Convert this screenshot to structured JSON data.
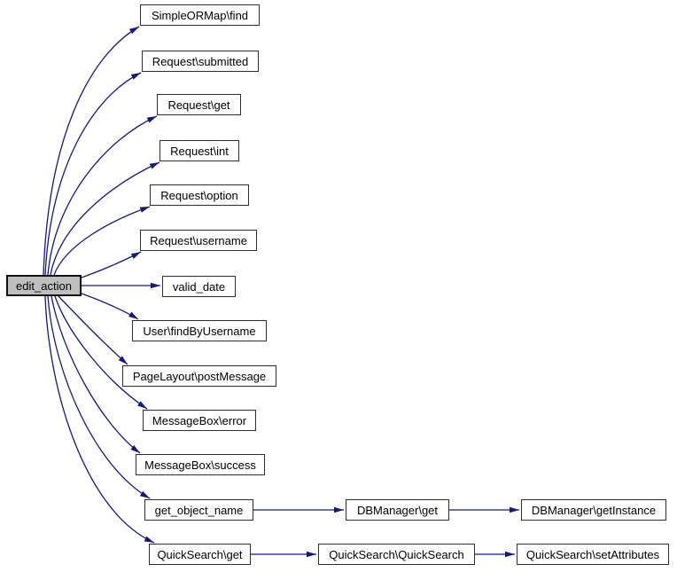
{
  "graph": {
    "type": "call-graph",
    "root": {
      "id": "edit_action",
      "label": "edit_action"
    },
    "nodes": [
      {
        "id": "simpleormap-find",
        "label": "SimpleORMap\\find"
      },
      {
        "id": "request-submitted",
        "label": "Request\\submitted"
      },
      {
        "id": "request-get",
        "label": "Request\\get"
      },
      {
        "id": "request-int",
        "label": "Request\\int"
      },
      {
        "id": "request-option",
        "label": "Request\\option"
      },
      {
        "id": "request-username",
        "label": "Request\\username"
      },
      {
        "id": "valid-date",
        "label": "valid_date"
      },
      {
        "id": "user-findbyusername",
        "label": "User\\findByUsername"
      },
      {
        "id": "pagelayout-postmessage",
        "label": "PageLayout\\postMessage"
      },
      {
        "id": "messagebox-error",
        "label": "MessageBox\\error"
      },
      {
        "id": "messagebox-success",
        "label": "MessageBox\\success"
      },
      {
        "id": "get-object-name",
        "label": "get_object_name"
      },
      {
        "id": "quicksearch-get",
        "label": "QuickSearch\\get"
      },
      {
        "id": "dbmanager-get",
        "label": "DBManager\\get"
      },
      {
        "id": "dbmanager-getinstance",
        "label": "DBManager\\getInstance"
      },
      {
        "id": "quicksearch-quicksearch",
        "label": "QuickSearch\\QuickSearch"
      },
      {
        "id": "quicksearch-setattributes",
        "label": "QuickSearch\\setAttributes"
      }
    ],
    "edges": [
      {
        "from": "edit_action",
        "to": "SimpleORMap\\find"
      },
      {
        "from": "edit_action",
        "to": "Request\\submitted"
      },
      {
        "from": "edit_action",
        "to": "Request\\get"
      },
      {
        "from": "edit_action",
        "to": "Request\\int"
      },
      {
        "from": "edit_action",
        "to": "Request\\option"
      },
      {
        "from": "edit_action",
        "to": "Request\\username"
      },
      {
        "from": "edit_action",
        "to": "valid_date"
      },
      {
        "from": "edit_action",
        "to": "User\\findByUsername"
      },
      {
        "from": "edit_action",
        "to": "PageLayout\\postMessage"
      },
      {
        "from": "edit_action",
        "to": "MessageBox\\error"
      },
      {
        "from": "edit_action",
        "to": "MessageBox\\success"
      },
      {
        "from": "edit_action",
        "to": "get_object_name"
      },
      {
        "from": "edit_action",
        "to": "QuickSearch\\get"
      },
      {
        "from": "get_object_name",
        "to": "DBManager\\get"
      },
      {
        "from": "DBManager\\get",
        "to": "DBManager\\getInstance"
      },
      {
        "from": "QuickSearch\\get",
        "to": "QuickSearch\\QuickSearch"
      },
      {
        "from": "QuickSearch\\QuickSearch",
        "to": "QuickSearch\\setAttributes"
      }
    ],
    "colors": {
      "edge": "#191970",
      "node_border": "#2e2e2e",
      "node_fill": "#ffffff",
      "root_fill": "#bfbfbf",
      "background": "#ffffff"
    }
  }
}
